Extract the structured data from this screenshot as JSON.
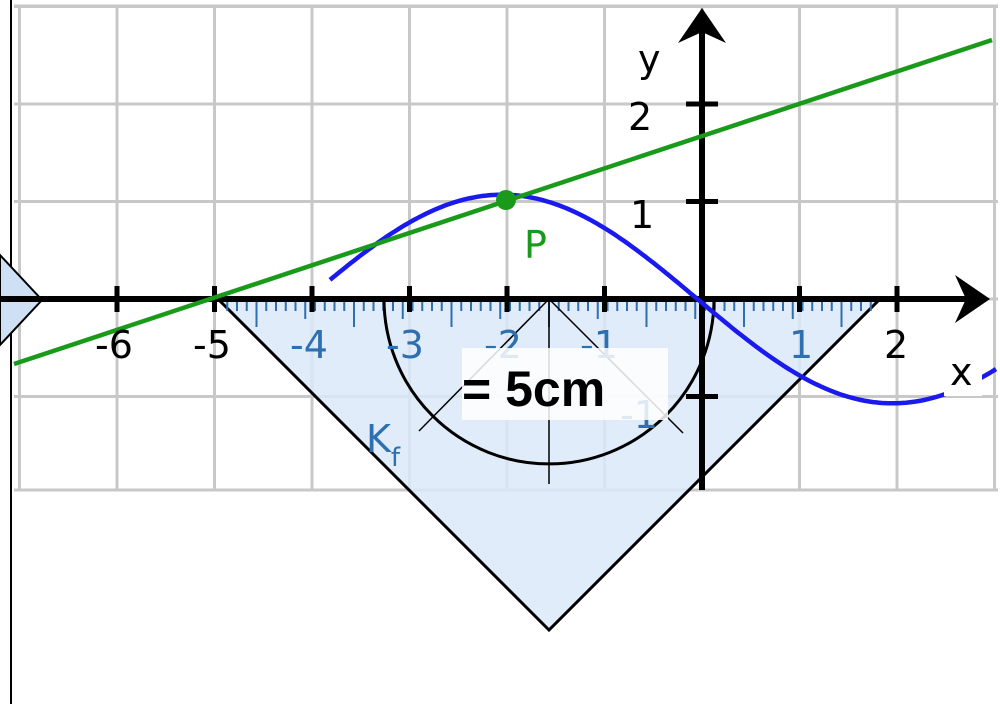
{
  "figure": {
    "axis_x_name": "x",
    "axis_y_name": "y",
    "x_tick_labels": [
      "-6",
      "-5",
      "-4",
      "-3",
      "-2",
      "-1",
      "1",
      "2"
    ],
    "y_tick_labels": [
      "1",
      "2",
      "-1"
    ],
    "point_label": "P",
    "curve_label": "K",
    "curve_label_sub": "f",
    "measurement": "= 5cm"
  },
  "colors": {
    "grid": "#c8c8c8",
    "axes": "#000000",
    "tangent": "#1a9a1a",
    "curve": "#1a1aee",
    "triangle_fill": "#dbe9f8",
    "triangle_labels": "#2d6fb0"
  }
}
